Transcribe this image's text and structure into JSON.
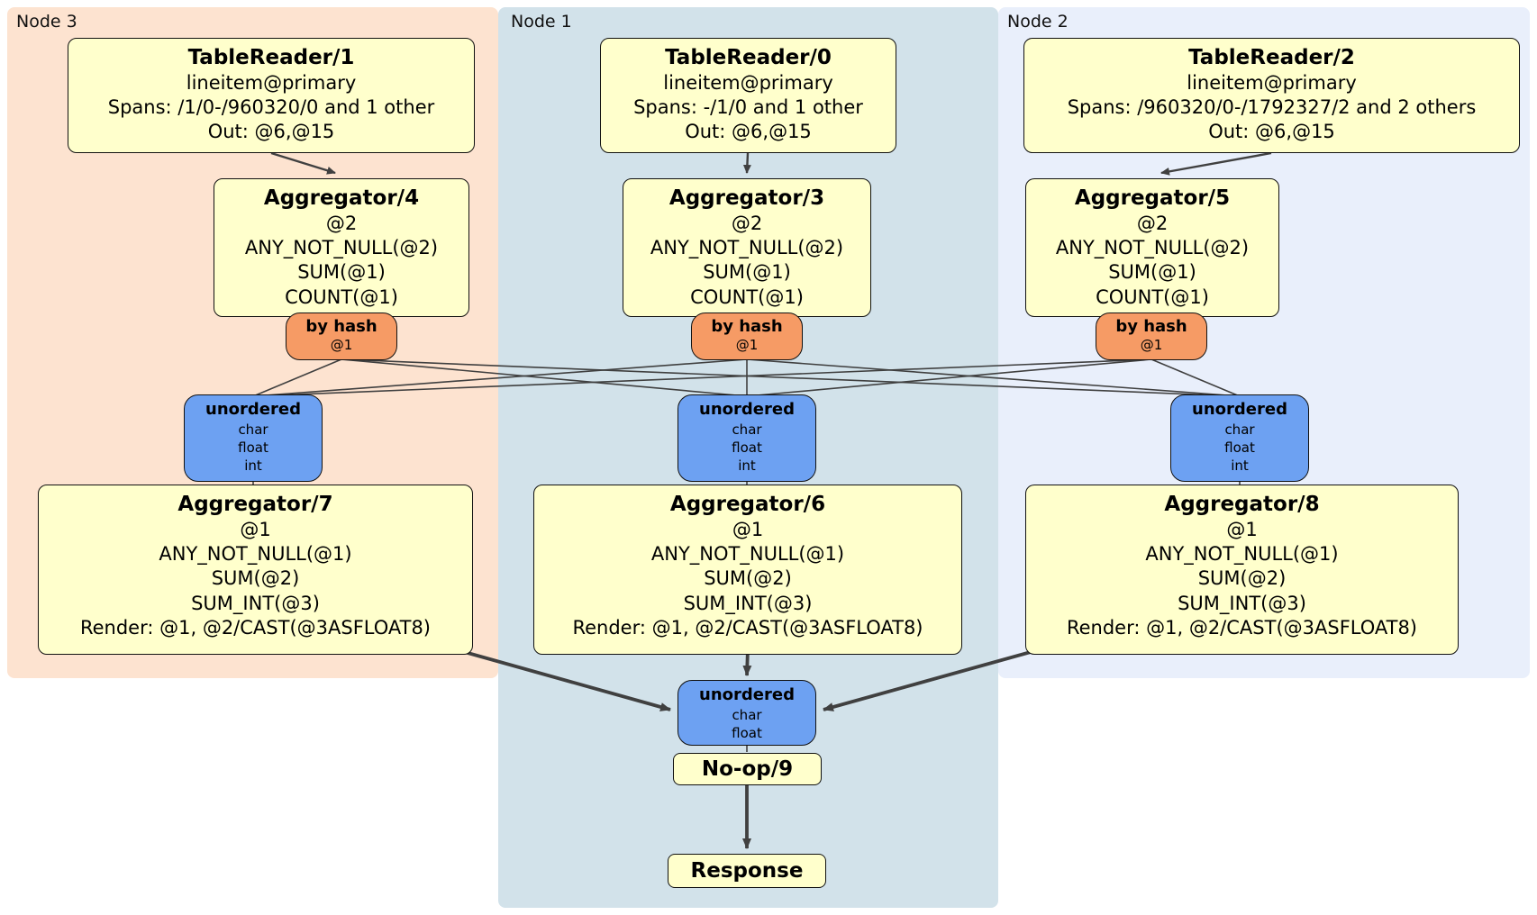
{
  "panels": {
    "node3": {
      "label": "Node 3"
    },
    "node1": {
      "label": "Node 1"
    },
    "node2": {
      "label": "Node 2"
    }
  },
  "nodes": {
    "tr1": {
      "title": "TableReader/1",
      "lines": [
        "lineitem@primary",
        "Spans: /1/0-/960320/0 and 1 other",
        "Out: @6,@15"
      ]
    },
    "tr0": {
      "title": "TableReader/0",
      "lines": [
        "lineitem@primary",
        "Spans: -/1/0 and 1 other",
        "Out: @6,@15"
      ]
    },
    "tr2": {
      "title": "TableReader/2",
      "lines": [
        "lineitem@primary",
        "Spans: /960320/0-/1792327/2 and 2 others",
        "Out: @6,@15"
      ]
    },
    "agg4": {
      "title": "Aggregator/4",
      "lines": [
        "@2",
        "ANY_NOT_NULL(@2)",
        "SUM(@1)",
        "COUNT(@1)"
      ]
    },
    "agg3": {
      "title": "Aggregator/3",
      "lines": [
        "@2",
        "ANY_NOT_NULL(@2)",
        "SUM(@1)",
        "COUNT(@1)"
      ]
    },
    "agg5": {
      "title": "Aggregator/5",
      "lines": [
        "@2",
        "ANY_NOT_NULL(@2)",
        "SUM(@1)",
        "COUNT(@1)"
      ]
    },
    "agg7": {
      "title": "Aggregator/7",
      "lines": [
        "@1",
        "ANY_NOT_NULL(@1)",
        "SUM(@2)",
        "SUM_INT(@3)",
        "Render: @1, @2/CAST(@3ASFLOAT8)"
      ]
    },
    "agg6": {
      "title": "Aggregator/6",
      "lines": [
        "@1",
        "ANY_NOT_NULL(@1)",
        "SUM(@2)",
        "SUM_INT(@3)",
        "Render: @1, @2/CAST(@3ASFLOAT8)"
      ]
    },
    "agg8": {
      "title": "Aggregator/8",
      "lines": [
        "@1",
        "ANY_NOT_NULL(@1)",
        "SUM(@2)",
        "SUM_INT(@3)",
        "Render: @1, @2/CAST(@3ASFLOAT8)"
      ]
    },
    "router3": {
      "title": "by hash",
      "lines": [
        "@1"
      ]
    },
    "router1": {
      "title": "by hash",
      "lines": [
        "@1"
      ]
    },
    "router2": {
      "title": "by hash",
      "lines": [
        "@1"
      ]
    },
    "sync3": {
      "title": "unordered",
      "lines": [
        "char",
        "float",
        "int"
      ]
    },
    "sync1": {
      "title": "unordered",
      "lines": [
        "char",
        "float",
        "int"
      ]
    },
    "sync2": {
      "title": "unordered",
      "lines": [
        "char",
        "float",
        "int"
      ]
    },
    "sync_final": {
      "title": "unordered",
      "lines": [
        "char",
        "float"
      ]
    },
    "noop": {
      "title": "No-op/9"
    },
    "response": {
      "title": "Response"
    }
  },
  "colors": {
    "node3_bg": "#fde3d0",
    "node1_bg": "#d2e2ea",
    "node2_bg": "#e9effb",
    "processor_bg": "#ffffcc",
    "router_bg": "#f69b65",
    "sync_bg": "#6da1f2",
    "edge": "#404040"
  }
}
